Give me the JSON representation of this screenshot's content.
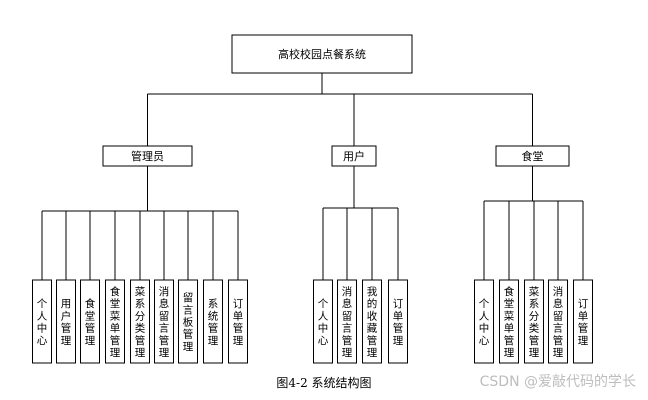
{
  "root": {
    "label": "高校校园点餐系统"
  },
  "groups": [
    {
      "label": "管理员",
      "items": [
        "个人中心",
        "用户管理",
        "食堂管理",
        "食堂菜单管理",
        "菜系分类管理",
        "消息留言管理",
        "留言板管理",
        "系统管理",
        "订单管理"
      ]
    },
    {
      "label": "用户",
      "items": [
        "个人中心",
        "消息留言管理",
        "我的收藏管理",
        "订单管理"
      ]
    },
    {
      "label": "食堂",
      "items": [
        "个人中心",
        "食堂菜单管理",
        "菜系分类管理",
        "消息留言管理",
        "订单管理"
      ]
    }
  ],
  "caption": "图4-2  系统结构图",
  "watermark": "CSDN @爱敲代码的学长"
}
